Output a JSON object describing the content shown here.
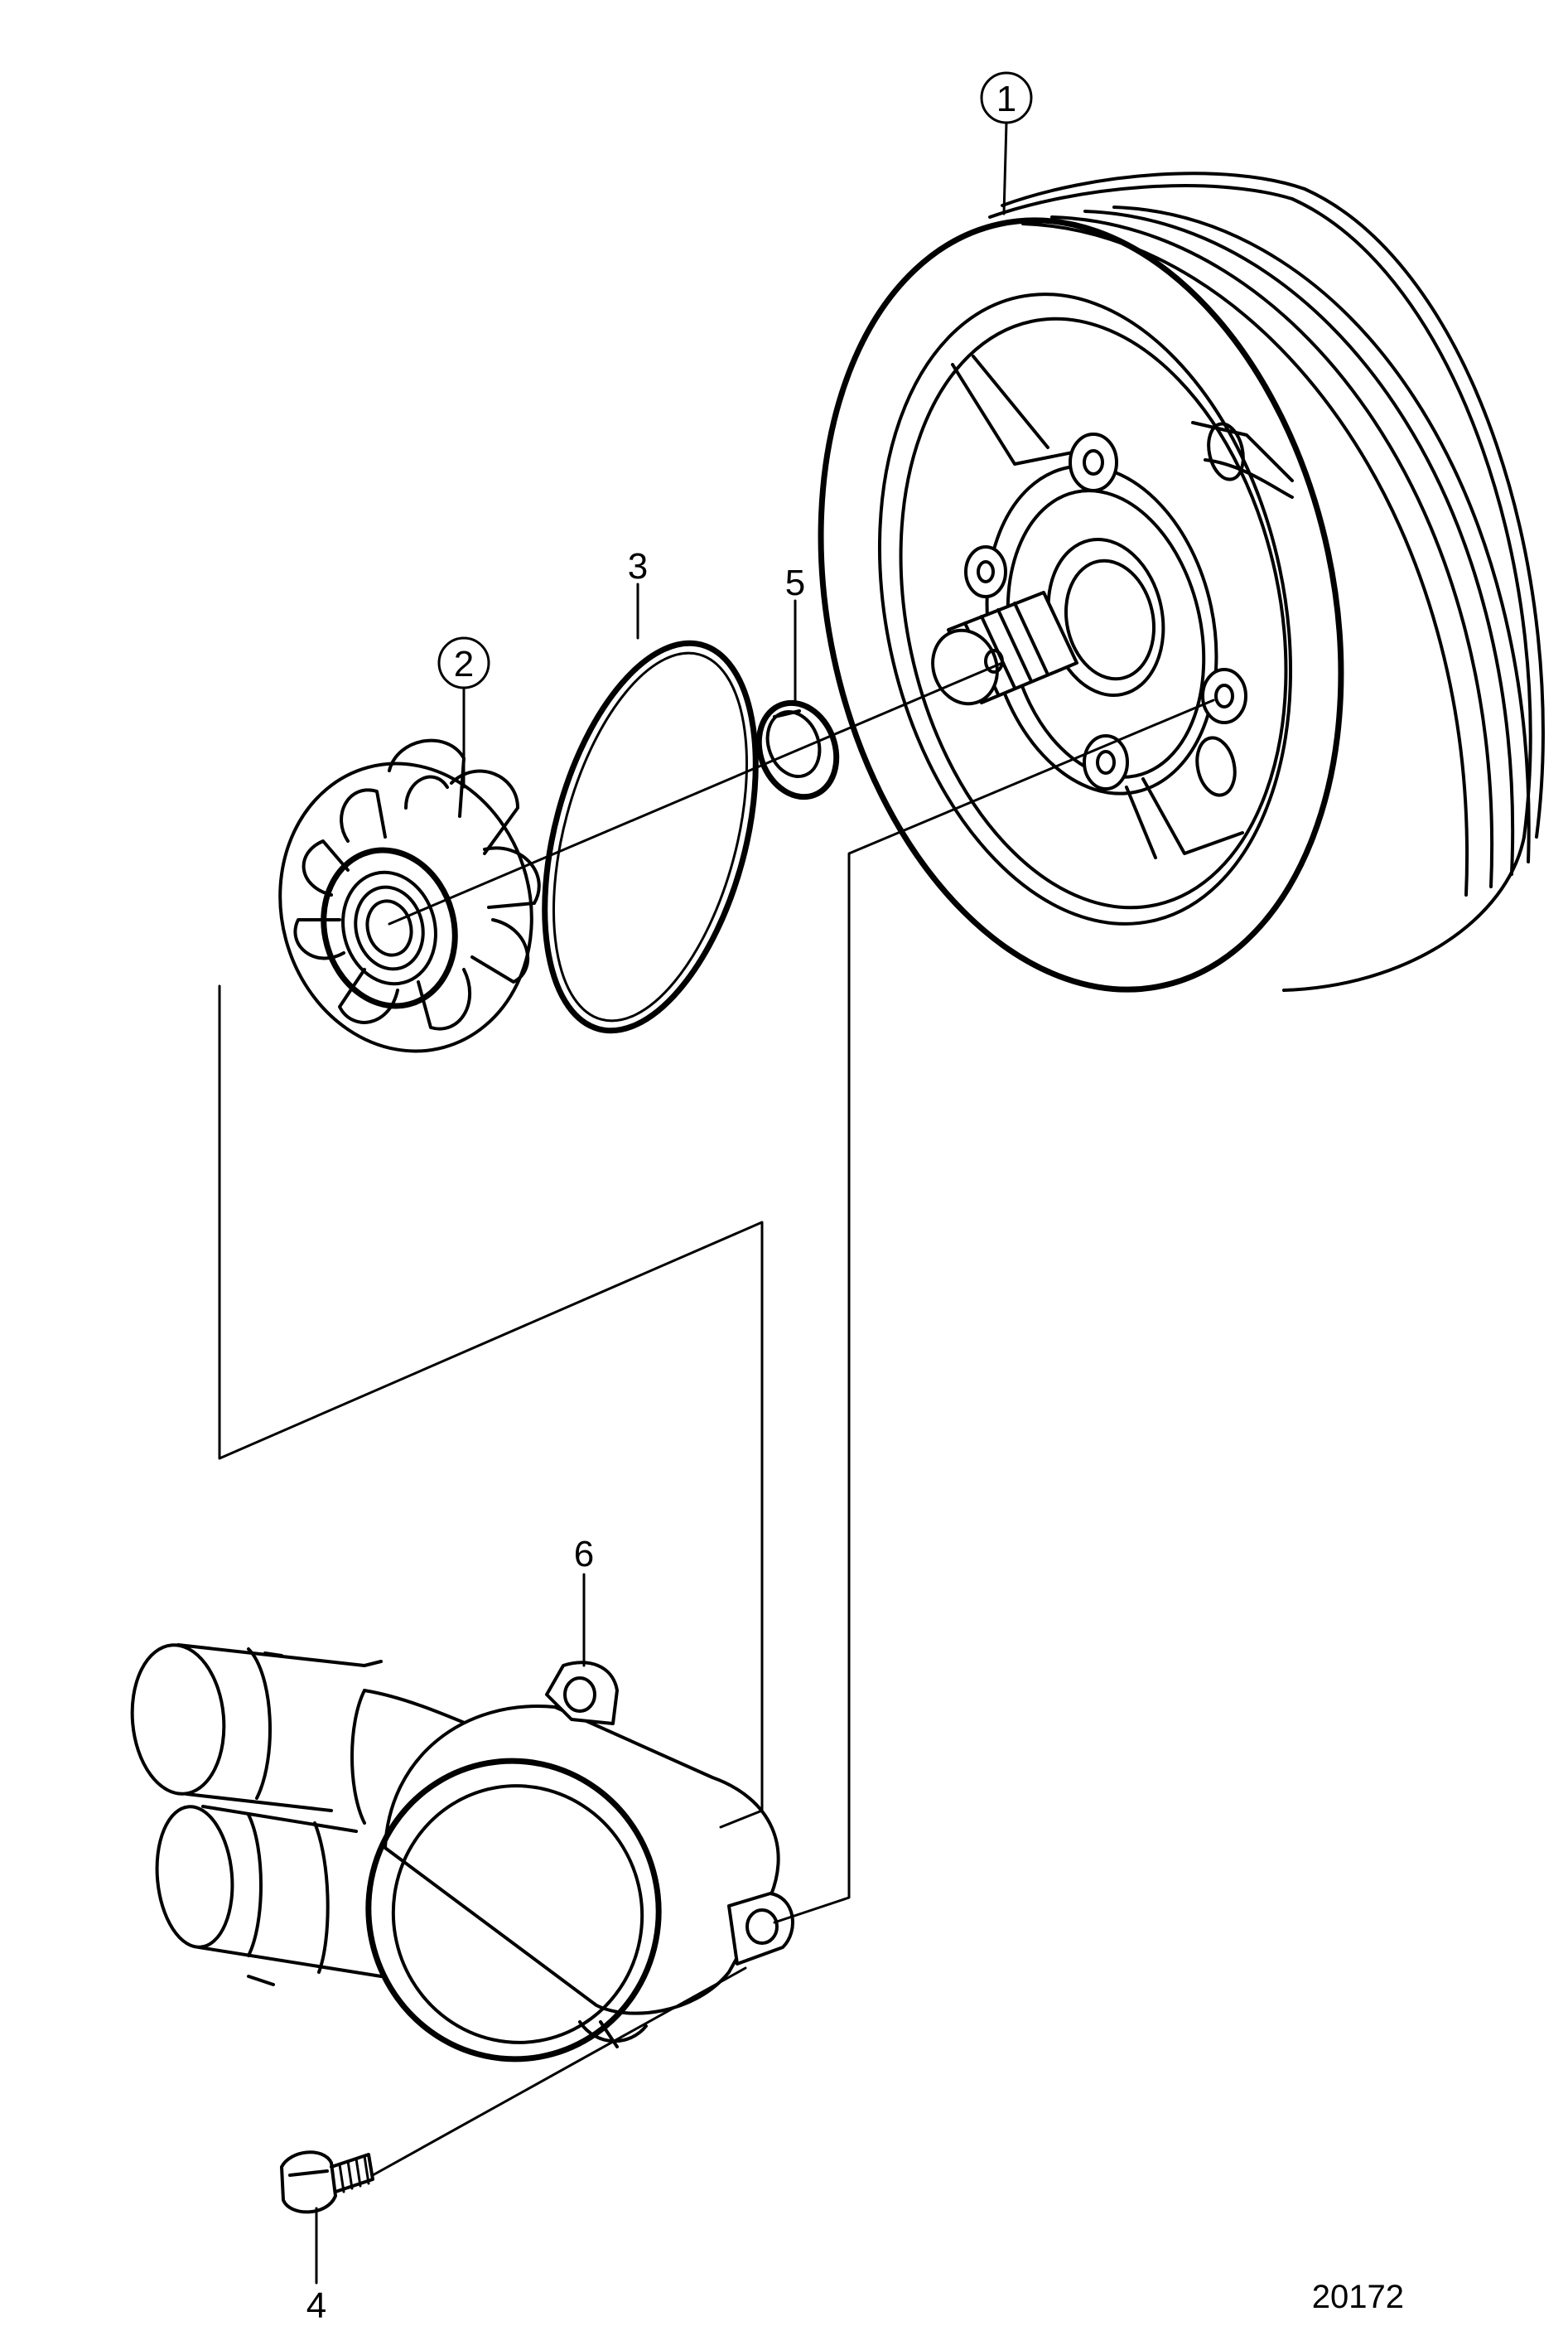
{
  "callouts": [
    {
      "id": "1",
      "text": "1",
      "circled": true
    },
    {
      "id": "2",
      "text": "2",
      "circled": true
    },
    {
      "id": "3",
      "text": "3",
      "circled": false
    },
    {
      "id": "4",
      "text": "4",
      "circled": false
    },
    {
      "id": "5",
      "text": "5",
      "circled": false
    },
    {
      "id": "6",
      "text": "6",
      "circled": false
    }
  ],
  "figure_number": "20172"
}
